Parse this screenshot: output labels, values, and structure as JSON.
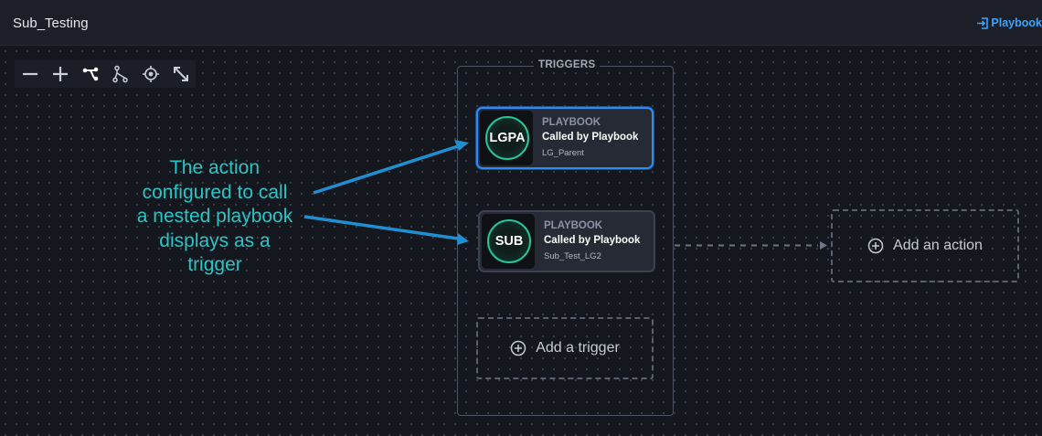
{
  "header": {
    "title": "Sub_Testing",
    "link_label": "Playbook"
  },
  "toolbar": {
    "tools": [
      {
        "name": "zoom-out-icon"
      },
      {
        "name": "zoom-in-icon"
      },
      {
        "name": "branch-layout-icon"
      },
      {
        "name": "fork-icon"
      },
      {
        "name": "center-focus-icon"
      },
      {
        "name": "fit-screen-icon"
      }
    ]
  },
  "triggers": {
    "label": "TRIGGERS",
    "nodes": [
      {
        "avatar": "LGPA",
        "type": "PLAYBOOK",
        "name": "Called by Playbook",
        "sub": "LG_Parent"
      },
      {
        "avatar": "SUB",
        "type": "PLAYBOOK",
        "name": "Called by Playbook",
        "sub": "Sub_Test_LG2"
      }
    ],
    "add_label": "Add a trigger"
  },
  "actions": {
    "add_label": "Add an action"
  },
  "annotation": [
    "The action",
    "configured to call",
    "a nested playbook",
    "displays as a",
    "trigger"
  ],
  "colors": {
    "accent": "#2b8cf2",
    "annotation": "#27c6c6",
    "avatar_ring": "#25c49a",
    "arrow": "#1f8fd1"
  }
}
